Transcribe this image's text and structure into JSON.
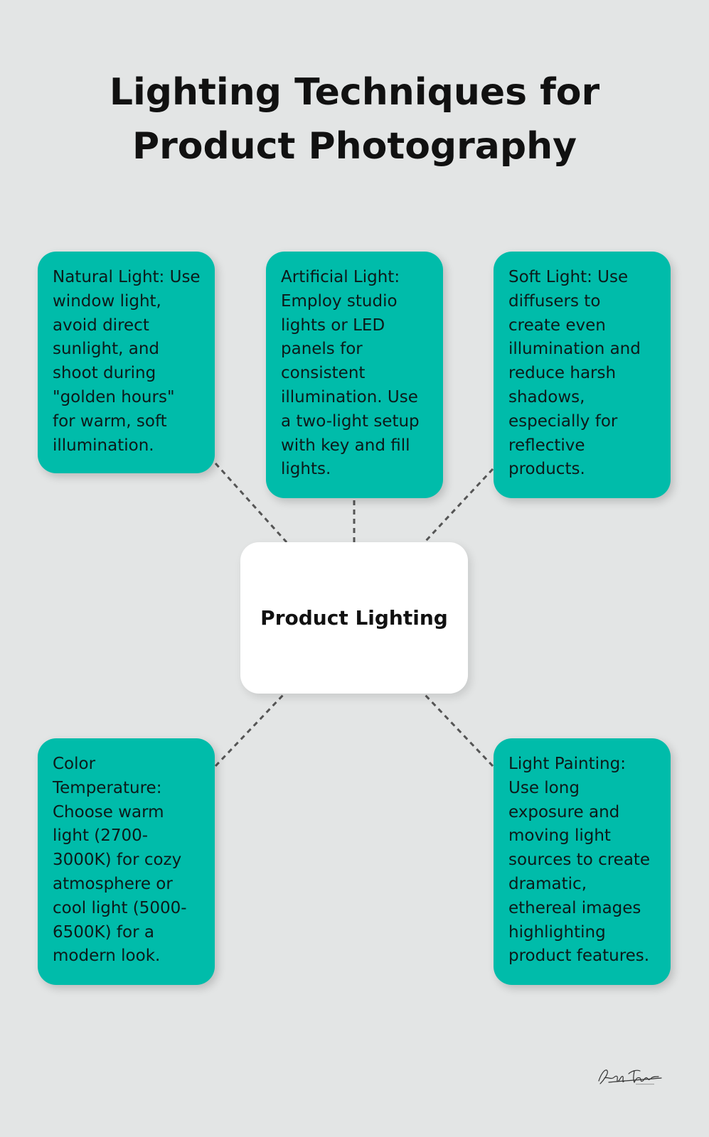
{
  "title": {
    "line1": "Lighting Techniques for",
    "line2": "Product Photography"
  },
  "hub": {
    "label": "Product Lighting"
  },
  "cards": {
    "natural": "Natural Light: Use window light, avoid direct sunlight, and shoot during \"golden hours\" for warm, soft illumination.",
    "artificial": "Artificial Light: Employ studio lights or LED panels for consistent illumination. Use a two-light setup with key and fill lights.",
    "soft": "Soft Light: Use diffusers to create even illumination and reduce harsh shadows, especially for reflective products.",
    "color_temperature": "Color Temperature: Choose warm light (2700-3000K) for cozy atmosphere or cool light (5000-6500K) for a modern look.",
    "light_painting": "Light Painting: Use long exposure and moving light sources to create dramatic, ethereal images highlighting product features."
  },
  "colors": {
    "background": "#e3e5e5",
    "card": "#00bcaa",
    "hub": "#ffffff",
    "connector": "#555555"
  },
  "icons": {
    "signature": "handwritten-signature-logo"
  }
}
